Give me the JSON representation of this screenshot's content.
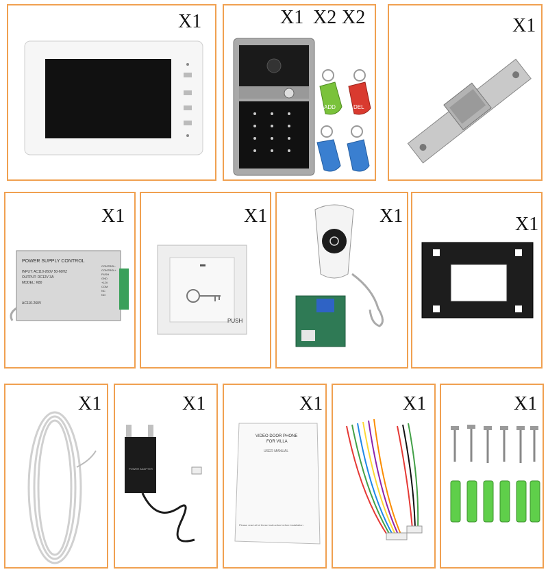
{
  "panels": [
    {
      "id": "monitor",
      "qty": [
        "X1"
      ]
    },
    {
      "id": "doorbell-and-tags",
      "qty": [
        "X1",
        "X2",
        "X2"
      ]
    },
    {
      "id": "electric-strike-lock",
      "qty": [
        "X1"
      ]
    },
    {
      "id": "power-supply",
      "qty": [
        "X1"
      ]
    },
    {
      "id": "exit-button",
      "qty": [
        "X1"
      ]
    },
    {
      "id": "remote-and-receiver",
      "qty": [
        "X1"
      ]
    },
    {
      "id": "mounting-bracket",
      "qty": [
        "X1"
      ]
    },
    {
      "id": "cable-coil",
      "qty": [
        "X1"
      ]
    },
    {
      "id": "power-adapter",
      "qty": [
        "X1"
      ]
    },
    {
      "id": "user-manual",
      "qty": [
        "X1"
      ]
    },
    {
      "id": "connection-wires",
      "qty": [
        "X1"
      ]
    },
    {
      "id": "screws-and-anchors",
      "qty": [
        "X1"
      ]
    }
  ],
  "labels": {
    "tag_add": "ADD",
    "tag_del": "DEL",
    "psu_title": "POWER SUPPLY CONTROL",
    "psu_input": "INPUT: AC110-260V 50-60HZ",
    "psu_output": "OUTPUT: DC12V 3A",
    "psu_model": "MODEL: K80",
    "psu_voltage": "AC110-260V",
    "psu_terminals": [
      "CONTROL-",
      "CONTROL+",
      "PUSH",
      "GND",
      "+12V",
      "COM",
      "NC",
      "NO"
    ],
    "exit_push": "PUSH",
    "manual_title1": "VIDEO DOOR PHONE",
    "manual_title2": "FOR VILLA",
    "manual_sub": "USER MANUAL",
    "manual_footer": "Please read all of these instruction before installation",
    "adapter_label": "POWER ADAPTER"
  }
}
